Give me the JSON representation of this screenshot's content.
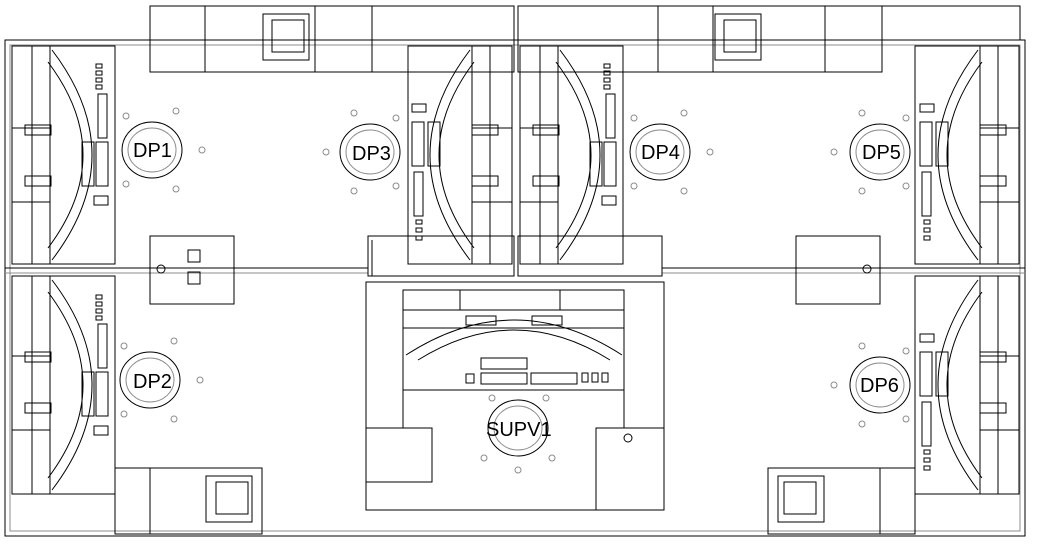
{
  "stations": {
    "dp1": "DP1",
    "dp2": "DP2",
    "dp3": "DP3",
    "dp4": "DP4",
    "dp5": "DP5",
    "dp6": "DP6",
    "supv1": "SUPV1"
  },
  "colors": {
    "line": "#000000",
    "fill": "#ffffff",
    "light_line": "#8c8c8c"
  }
}
